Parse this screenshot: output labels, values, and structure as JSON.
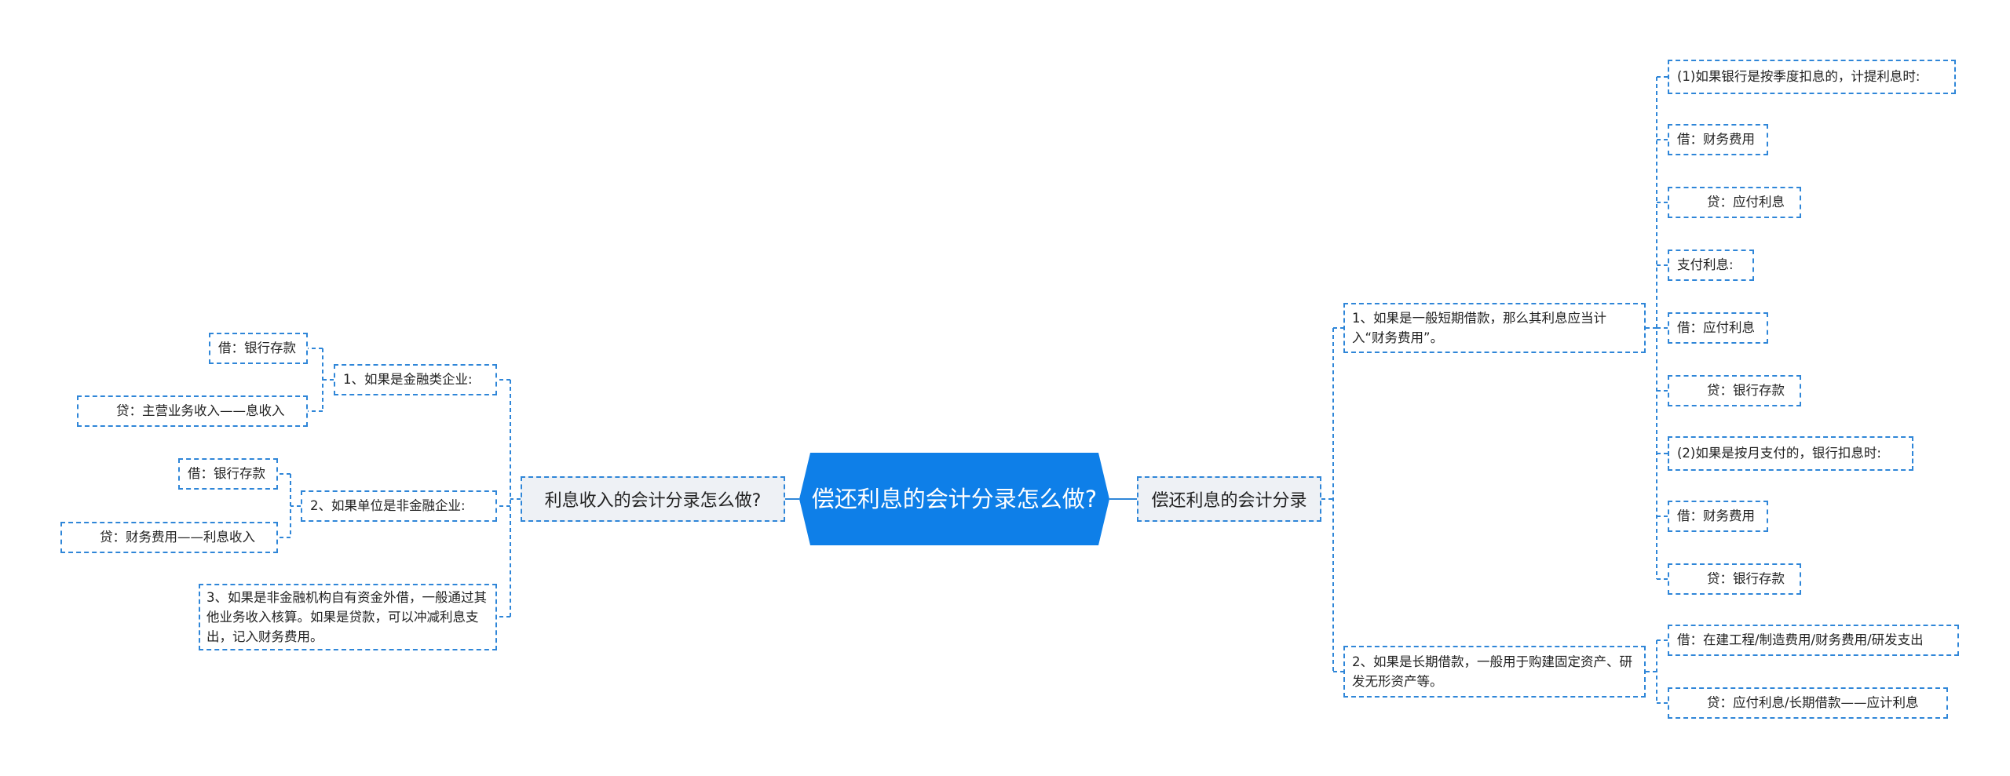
{
  "root": {
    "title": "偿还利息的会计分录怎么做?"
  },
  "left": {
    "title": "利息收入的会计分录怎么做?",
    "items": [
      {
        "label": "1、如果是金融类企业:",
        "debit": "借：银行存款",
        "credit": "贷：主营业务收入——息收入"
      },
      {
        "label": "2、如果单位是非金融企业:",
        "debit": "借：银行存款",
        "credit": "贷：财务费用——利息收入"
      },
      {
        "label": "3、如果是非金融机构自有资金外借，一般通过其他业务收入核算。如果是贷款，可以冲减利息支出，记入财务费用。"
      }
    ]
  },
  "right": {
    "title": "偿还利息的会计分录",
    "items": [
      {
        "label": "1、如果是一般短期借款，那么其利息应当计入“财务费用”。",
        "children": [
          "(1)如果银行是按季度扣息的，计提利息时:",
          "借：财务费用",
          "贷：应付利息",
          "支付利息:",
          "借：应付利息",
          "贷：银行存款",
          "(2)如果是按月支付的，银行扣息时:",
          "借：财务费用",
          "贷：银行存款"
        ]
      },
      {
        "label": "2、如果是长期借款，一般用于购建固定资产、研发无形资产等。",
        "children": [
          "借：在建工程/制造费用/财务费用/研发支出",
          "贷：应付利息/长期借款——应计利息"
        ]
      }
    ]
  }
}
